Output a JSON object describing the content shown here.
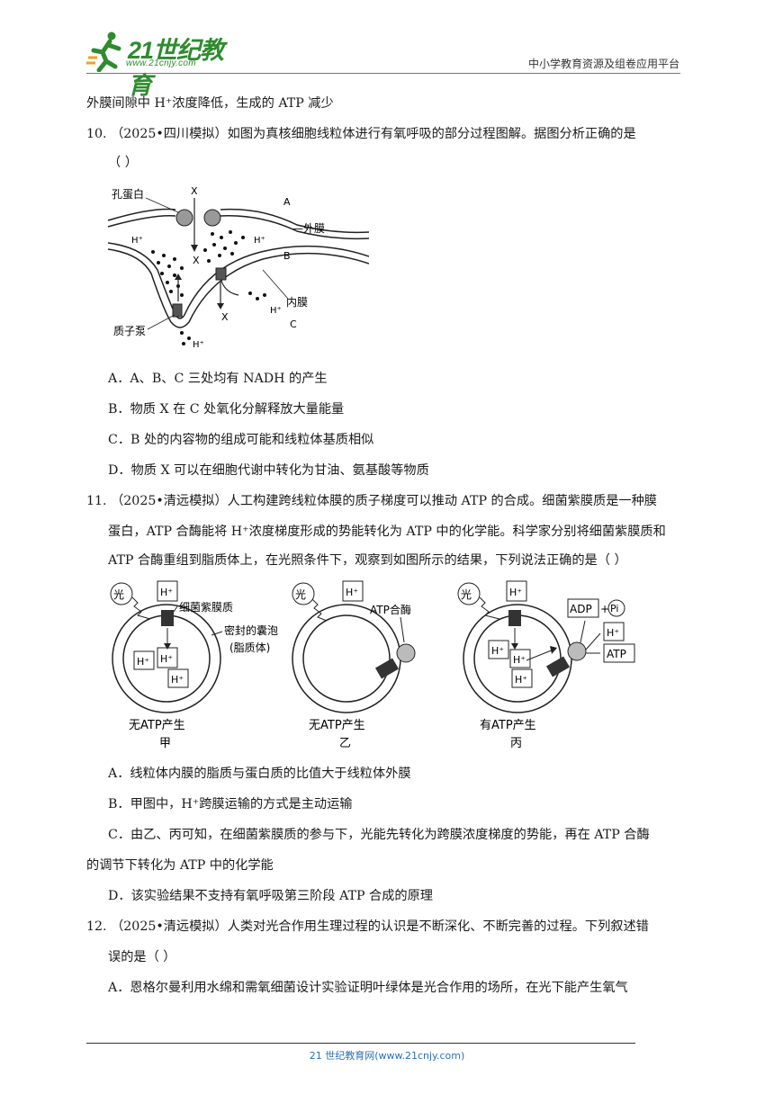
{
  "header": {
    "logo_text": "21世纪教育",
    "logo_url": "www.21cnjy.com",
    "right_text": "中小学教育资源及组卷应用平台"
  },
  "lines": {
    "prev_end": "外膜间隙中 H⁺浓度降低，生成的 ATP 减少",
    "q10_stem_1": "10.  （2025•四川模拟）如图为真核细胞线粒体进行有氧呼吸的部分过程图解。据图分析正确的是",
    "q10_stem_2": "（      ）",
    "q10_A": "A．A、B、C 三处均有 NADH 的产生",
    "q10_B": "B．物质 X 在 C 处氧化分解释放大量能量",
    "q10_C": "C．B 处的内容物的组成可能和线粒体基质相似",
    "q10_D": "D．物质 X 可以在细胞代谢中转化为甘油、氨基酸等物质",
    "q11_stem_1": "11.  （2025•清远模拟）人工构建跨线粒体膜的质子梯度可以推动 ATP 的合成。细菌紫膜质是一种膜",
    "q11_stem_2": "蛋白，ATP 合酶能将 H⁺浓度梯度形成的势能转化为 ATP 中的化学能。科学家分别将细菌紫膜质和",
    "q11_stem_3": "ATP 合酶重组到脂质体上，在光照条件下，观察到如图所示的结果，下列说法正确的是（      ）",
    "q11_A": "A．线粒体内膜的脂质与蛋白质的比值大于线粒体外膜",
    "q11_B": "B．甲图中，H⁺跨膜运输的方式是主动运输",
    "q11_C1": "C．由乙、丙可知，在细菌紫膜质的参与下，光能先转化为跨膜浓度梯度的势能，再在 ATP 合酶",
    "q11_C2": "的调节下转化为 ATP 中的化学能",
    "q11_D": "D．该实验结果不支持有氧呼吸第三阶段 ATP 合成的原理",
    "q12_stem_1": "12.  （2025•清远模拟）人类对光合作用生理过程的认识是不断深化、不断完善的过程。下列叙述错",
    "q12_stem_2": "误的是（      ）",
    "q12_A": "A．恩格尔曼利用水绵和需氧细菌设计实验证明叶绿体是光合作用的场所，在光下能产生氧气"
  },
  "fig1": {
    "porin": "孔蛋白",
    "X": "X",
    "A": "A",
    "outer": "—外膜",
    "B": "B",
    "inner": "内膜",
    "C": "C",
    "pump": "质子泵",
    "H": "H⁺"
  },
  "fig2": {
    "light": "光",
    "H": "H⁺",
    "bacterio": "细菌紫膜质",
    "vesicle1": "密封的囊泡",
    "vesicle2": "(脂质体)",
    "atpase": "ATP合酶",
    "adp": "ADP",
    "pi": "Pi",
    "atp": "ATP",
    "cap_jia": "无ATP产生",
    "name_jia": "甲",
    "cap_yi": "无ATP产生",
    "name_yi": "乙",
    "cap_bing": "有ATP产生",
    "name_bing": "丙"
  },
  "footer": {
    "text": "21 世纪教育网(www.21cnjy.com)"
  }
}
